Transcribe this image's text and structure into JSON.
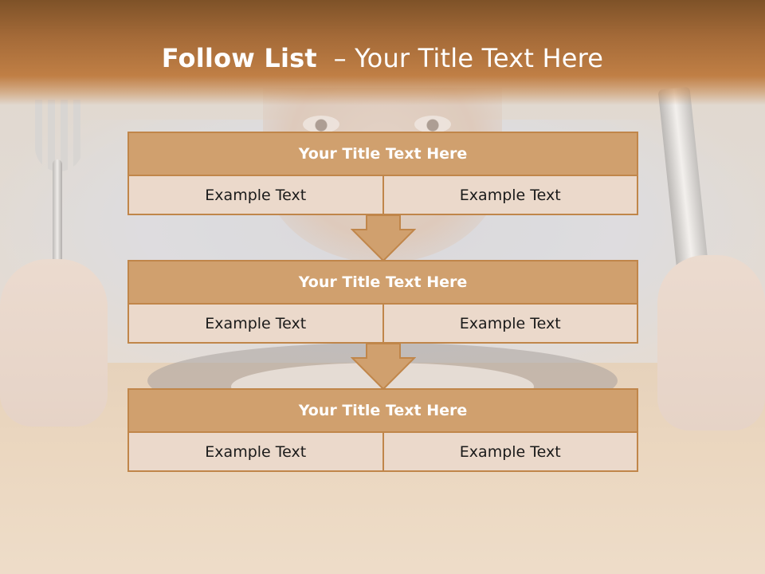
{
  "header": {
    "title_bold": "Follow List",
    "title_rest": "– Your Title Text Here"
  },
  "blocks": [
    {
      "title": "Your Title Text Here",
      "left": "Example Text",
      "right": "Example Text"
    },
    {
      "title": "Your Title Text Here",
      "left": "Example Text",
      "right": "Example Text"
    },
    {
      "title": "Your Title Text Here",
      "left": "Example Text",
      "right": "Example Text"
    }
  ],
  "colors": {
    "header_band": "#a46a38",
    "block_title_fill": "#d0a06e",
    "block_border": "#c0864a",
    "cell_fill": "#ebd9cb",
    "arrow_fill": "#d0a06e"
  },
  "icons": [
    "down-arrow-icon"
  ]
}
